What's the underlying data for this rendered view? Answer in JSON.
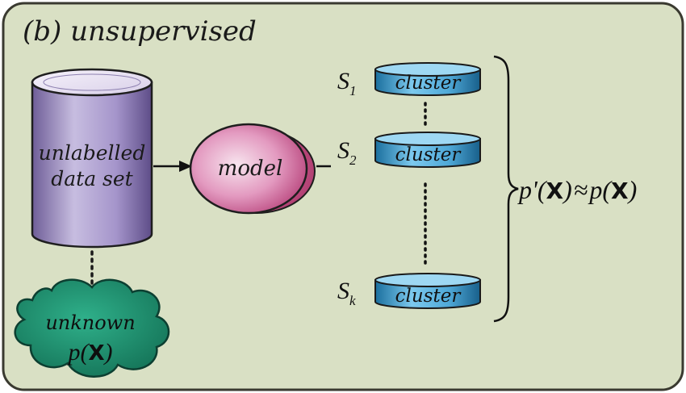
{
  "panel": {
    "title": "(b) unsupervised",
    "background": "#d9e0c4",
    "border": "#3a3a30"
  },
  "dataset": {
    "line1": "unlabelled",
    "line2": "data set"
  },
  "unknown": {
    "label": "unknown",
    "p": "p(",
    "x": "X",
    "close": ")"
  },
  "model": {
    "label": "model"
  },
  "clusters": [
    {
      "s": "S",
      "sub": "1",
      "label": "cluster"
    },
    {
      "s": "S",
      "sub": "2",
      "label": "cluster"
    },
    {
      "s": "S",
      "sub": "k",
      "label": "cluster"
    }
  ],
  "formula": {
    "lhs_p": "p'(",
    "lhs_x": "X",
    "lhs_close": ")",
    "approx": "≈",
    "rhs_p": "p(",
    "rhs_x": "X",
    "rhs_close": ")"
  },
  "colors": {
    "cylinder": "#a79bc7",
    "cloud": "#1f8a6a",
    "model": "#d77aa0",
    "cluster": "#3ea7d8"
  }
}
